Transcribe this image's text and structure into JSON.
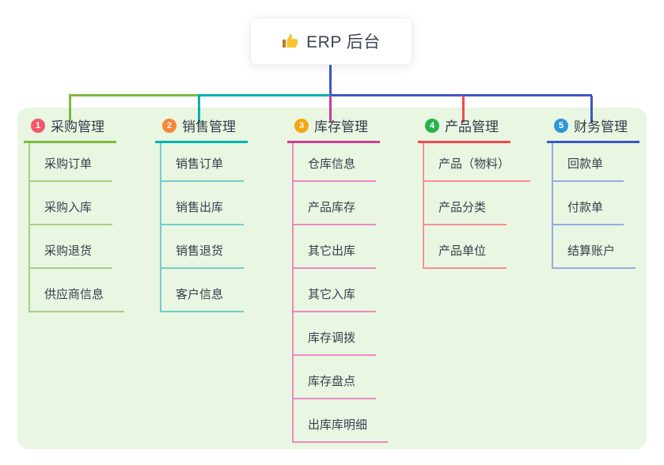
{
  "canvas": {
    "panel_background": "#e8f6e2",
    "background": "#ffffff"
  },
  "root": {
    "label": "ERP 后台",
    "icon": "thumbs-up-icon"
  },
  "trunk_color": "#4254cc",
  "branches": [
    {
      "num": "1",
      "title": "采购管理",
      "badge_color": "#f5576c",
      "line_color": "#7cb93e",
      "child_line_color": "#a9cf86",
      "children": [
        "采购订单",
        "采购入库",
        "采购退货",
        "供应商信息"
      ]
    },
    {
      "num": "2",
      "title": "销售管理",
      "badge_color": "#f8863b",
      "line_color": "#00b3ac",
      "child_line_color": "#73cdc7",
      "children": [
        "销售订单",
        "销售出库",
        "销售退货",
        "客户信息"
      ]
    },
    {
      "num": "3",
      "title": "库存管理",
      "badge_color": "#f5a70e",
      "line_color": "#cb3a9b",
      "child_line_color": "#ec89c4",
      "children": [
        "仓库信息",
        "产品库存",
        "其它出库",
        "其它入库",
        "库存调拨",
        "库存盘点",
        "出库库明细"
      ]
    },
    {
      "num": "4",
      "title": "产品管理",
      "badge_color": "#29b24a",
      "line_color": "#f4484d",
      "child_line_color": "#f79093",
      "children": [
        "产品（物料）",
        "产品分类",
        "产品单位"
      ]
    },
    {
      "num": "5",
      "title": "财务管理",
      "badge_color": "#2e97d6",
      "line_color": "#3a57c4",
      "child_line_color": "#96abe2",
      "children": [
        "回款单",
        "付款单",
        "结算账户"
      ]
    }
  ]
}
